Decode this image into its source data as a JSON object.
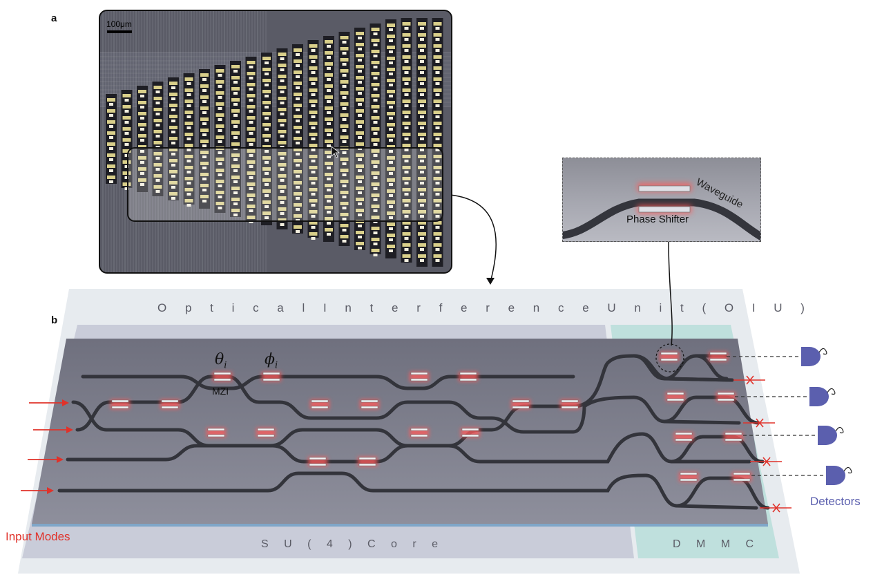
{
  "panels": {
    "a": "a",
    "b": "b"
  },
  "micrograph": {
    "scale_label": "100μm"
  },
  "inset": {
    "waveguide_label": "Waveguide",
    "phase_shifter_label": "Phase Shifter"
  },
  "diagram": {
    "title": "O p t i c a l   I n t e r f e r e n c e   U n i t   ( O I U )",
    "core_label": "S U ( 4 )   C o r e",
    "dmmc_label": "D M M C",
    "input_label": "Input Modes",
    "detectors_label": "Detectors",
    "mzi_label": "MZI",
    "theta_symbol": "θ",
    "phi_symbol": "ϕ",
    "subscript": "i",
    "input_count": 4,
    "detector_count": 4
  },
  "colors": {
    "input_arrow": "#e0322a",
    "detector": "#5b5fae",
    "phase_shifter_glow": "#ff5a5a",
    "waveguide": "#33343b",
    "chip_surface": "#7b7c8a",
    "core_region": "#c9ccd9",
    "dmmc_region": "#bfe0dd"
  }
}
